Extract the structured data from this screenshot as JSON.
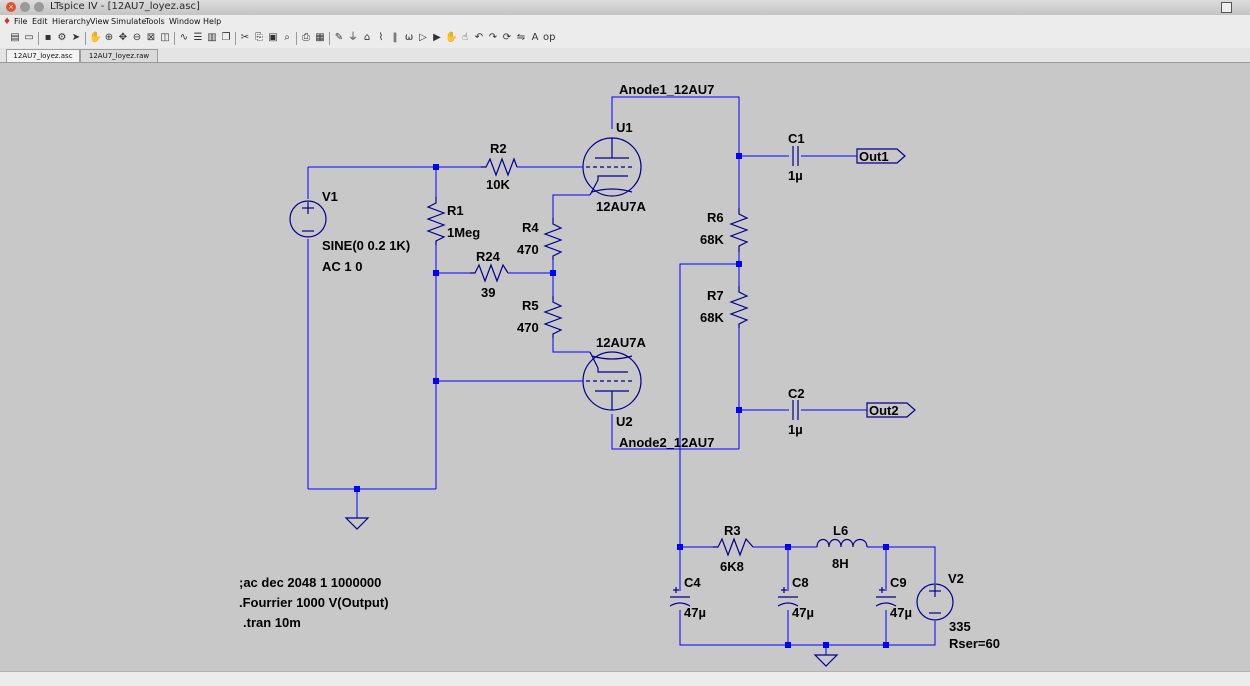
{
  "window": {
    "title": "LTspice IV - [12AU7_loyez.asc]"
  },
  "menu": [
    "File",
    "Edit",
    "Hierarchy",
    "View",
    "Simulate",
    "Tools",
    "Window",
    "Help"
  ],
  "tabs": [
    {
      "label": "12AU7_loyez.asc",
      "active": true
    },
    {
      "label": "12AU7_loyez.raw",
      "active": false
    }
  ],
  "toolbar": [
    "new-schematic-icon",
    "open-icon",
    "save-icon",
    "control-panel-icon",
    "run-icon",
    "halt-icon",
    "zoom-in-icon",
    "pan-icon",
    "zoom-out-icon",
    "zoom-fit-icon",
    "autorange-icon",
    "waveform-icon",
    "tile-horizontal-icon",
    "tile-vertical-icon",
    "cascade-icon",
    "cut-icon",
    "copy-icon",
    "paste-icon",
    "find-icon",
    "print-setup-icon",
    "print-icon",
    "draw-wire-icon",
    "ground-icon",
    "label-net-icon",
    "resistor-icon",
    "capacitor-icon",
    "inductor-icon",
    "diode-icon",
    "component-icon",
    "move-icon",
    "drag-icon",
    "undo-icon",
    "redo-icon",
    "rotate-icon",
    "mirror-icon",
    "text-icon",
    "spice-directive-icon"
  ],
  "schematic": {
    "labels": {
      "anode1": "Anode1_12AU7",
      "anode2": "Anode2_12AU7",
      "out1": "Out1",
      "out2": "Out2"
    },
    "components": {
      "U1": {
        "name": "U1",
        "value": "12AU7A"
      },
      "U2": {
        "name": "U2",
        "value": "12AU7A"
      },
      "V1": {
        "name": "V1",
        "value": "SINE(0 0.2 1K)",
        "extra": "AC 1 0"
      },
      "R1": {
        "name": "R1",
        "value": "1Meg"
      },
      "R2": {
        "name": "R2",
        "value": "10K"
      },
      "R24": {
        "name": "R24",
        "value": "39"
      },
      "R4": {
        "name": "R4",
        "value": "470"
      },
      "R5": {
        "name": "R5",
        "value": "470"
      },
      "R6": {
        "name": "R6",
        "value": "68K"
      },
      "R7": {
        "name": "R7",
        "value": "68K"
      },
      "C1": {
        "name": "C1",
        "value": "1µ"
      },
      "C2": {
        "name": "C2",
        "value": "1µ"
      },
      "R3": {
        "name": "R3",
        "value": "6K8"
      },
      "L6": {
        "name": "L6",
        "value": "8H"
      },
      "C4": {
        "name": "C4",
        "value": "47µ"
      },
      "C8": {
        "name": "C8",
        "value": "47µ"
      },
      "C9": {
        "name": "C9",
        "value": "47µ"
      },
      "V2": {
        "name": "V2",
        "value": "335",
        "extra": "Rser=60"
      }
    },
    "directives": [
      ";ac dec 2048 1 1000000",
      ".Fourrier 1000 V(Output)",
      ".tran 10m"
    ]
  }
}
